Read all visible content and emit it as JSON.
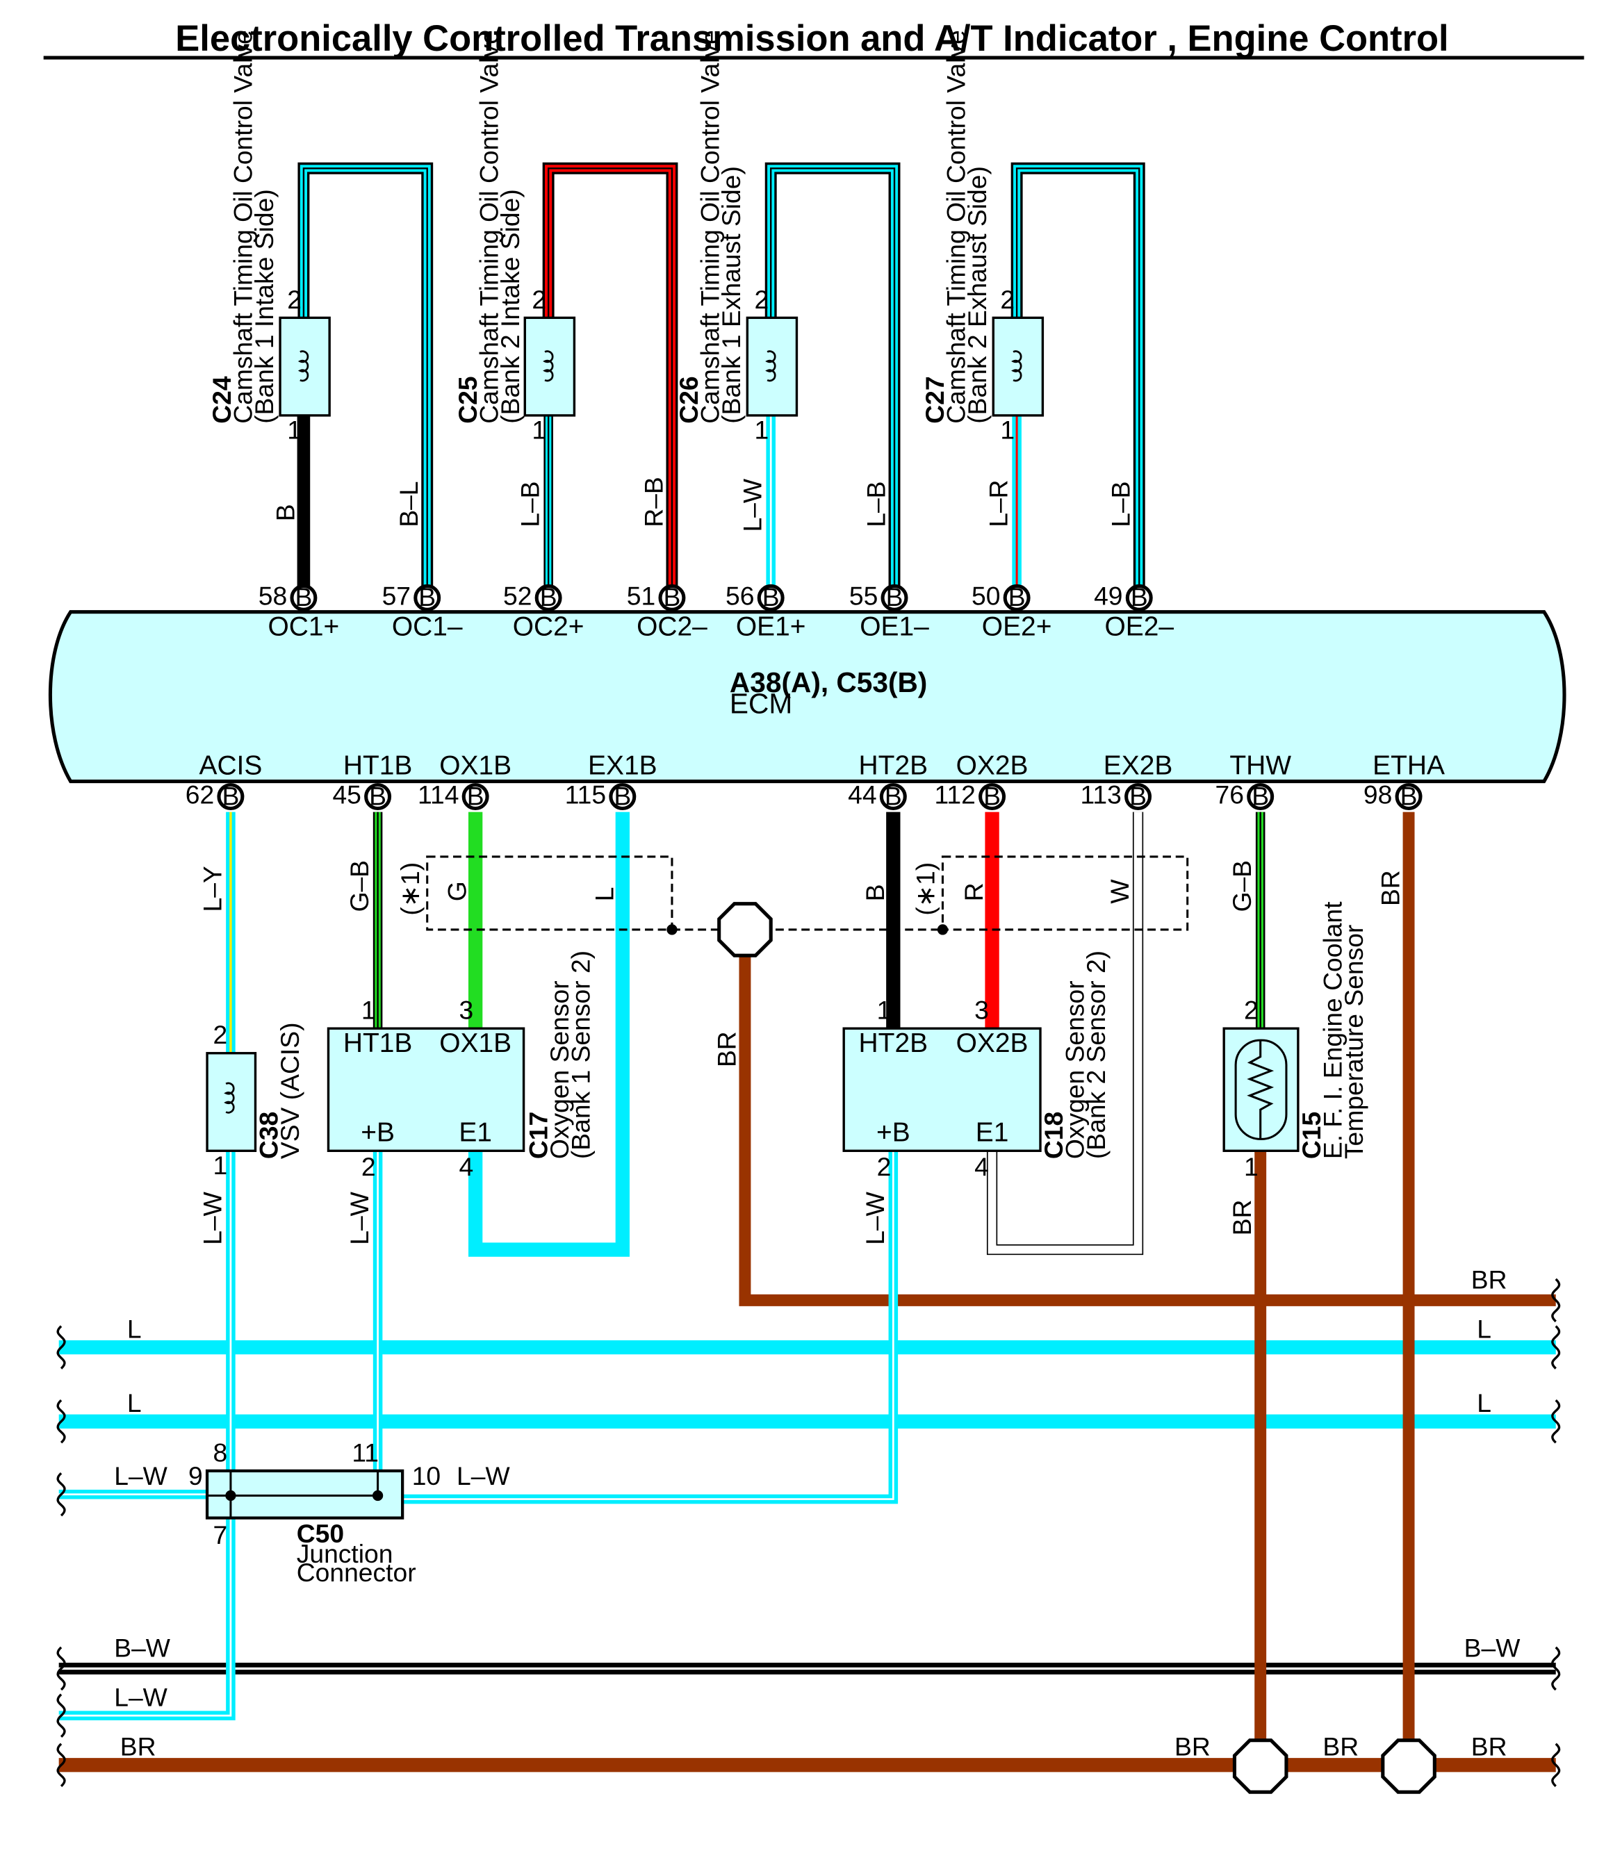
{
  "title": "Electronically Controlled Transmission and A/T Indicator , Engine Control",
  "ecm": {
    "code": "A38(A), C53(B)",
    "name": "ECM"
  },
  "connector_letter": "B",
  "colors": {
    "L": "#00eeff",
    "B": "#000000",
    "R": "#ff0000",
    "G": "#22dd22",
    "Y": "#ffee00",
    "BR": "#993300",
    "W": "#ffffff",
    "body_fill": "#ccffff"
  },
  "top_pins": [
    {
      "pin": "58",
      "signal": "OC1+"
    },
    {
      "pin": "57",
      "signal": "OC1–"
    },
    {
      "pin": "52",
      "signal": "OC2+"
    },
    {
      "pin": "51",
      "signal": "OC2–"
    },
    {
      "pin": "56",
      "signal": "OE1+"
    },
    {
      "pin": "55",
      "signal": "OE1–"
    },
    {
      "pin": "50",
      "signal": "OE2+"
    },
    {
      "pin": "49",
      "signal": "OE2–"
    }
  ],
  "bottom_pins": [
    {
      "pin": "62",
      "signal": "ACIS"
    },
    {
      "pin": "45",
      "signal": "HT1B"
    },
    {
      "pin": "114",
      "signal": "OX1B"
    },
    {
      "pin": "115",
      "signal": "EX1B"
    },
    {
      "pin": "44",
      "signal": "HT2B"
    },
    {
      "pin": "112",
      "signal": "OX2B"
    },
    {
      "pin": "113",
      "signal": "EX2B"
    },
    {
      "pin": "76",
      "signal": "THW"
    },
    {
      "pin": "98",
      "signal": "ETHA"
    }
  ],
  "valves": [
    {
      "code": "C24",
      "name": "Camshaft Timing Oil Control Valve",
      "side": "(Bank 1 Intake Side)",
      "pin_top": "2",
      "pin_bottom": "1",
      "wire_a": "B",
      "wire_b": "B–L"
    },
    {
      "code": "C25",
      "name": "Camshaft Timing Oil Control Valve",
      "side": "(Bank 2 Intake Side)",
      "pin_top": "2",
      "pin_bottom": "1",
      "wire_a": "L–B",
      "wire_b": "R–B"
    },
    {
      "code": "C26",
      "name": "Camshaft Timing Oil Control Valve",
      "side": "(Bank 1 Exhaust Side)",
      "pin_top": "2",
      "pin_bottom": "1",
      "wire_a": "L–W",
      "wire_b": "L–B"
    },
    {
      "code": "C27",
      "name": "Camshaft Timing Oil Control Valve",
      "side": "(Bank 2 Exhaust Side)",
      "pin_top": "2",
      "pin_bottom": "1",
      "wire_a": "L–R",
      "wire_b": "L–B"
    }
  ],
  "bottom_wire_labels": {
    "acis": "L–Y",
    "ht1b": "G–B",
    "ox1b": "G",
    "ex1b": "L",
    "ht2b": "B",
    "ox2b": "R",
    "ex2b": "W",
    "thw": "G–B",
    "etha": "BR",
    "star1": "(∗1)",
    "star2": "(∗1)",
    "shield": "BR"
  },
  "vsv": {
    "code": "C38",
    "name": "VSV (ACIS)",
    "pin_top": "2",
    "pin_bottom": "1",
    "wire_bottom": "L–W"
  },
  "o2s_1": {
    "code": "C17",
    "name": "Oxygen Sensor",
    "sub": "(Bank 1 Sensor 2)",
    "t1": "HT1B",
    "t2": "OX1B",
    "t3": "+B",
    "t4": "E1",
    "p1": "1",
    "p3": "3",
    "p2": "2",
    "p4": "4",
    "wire_bottom": "L–W"
  },
  "o2s_2": {
    "code": "C18",
    "name": "Oxygen Sensor",
    "sub": "(Bank 2 Sensor 2)",
    "t1": "HT2B",
    "t2": "OX2B",
    "t3": "+B",
    "t4": "E1",
    "p1": "1",
    "p3": "3",
    "p2": "2",
    "p4": "4",
    "wire_bottom": "L–W"
  },
  "ect": {
    "code": "C15",
    "name": "E. F. I. Engine Coolant",
    "name2": "Temperature Sensor",
    "pin_top": "2",
    "pin_bottom": "1",
    "wire_bottom": "BR"
  },
  "junction": {
    "code": "C50",
    "name": "Junction",
    "name2": "Connector",
    "p8": "8",
    "p11": "11",
    "p9": "9",
    "p10": "10",
    "p7": "7",
    "left_wire": "L–W",
    "right_wire": "L–W"
  },
  "bus": {
    "br_top": "BR",
    "l1_left": "L",
    "l1_right": "L",
    "l2_left": "L",
    "l2_right": "L",
    "bw_left": "B–W",
    "bw_right": "B–W",
    "lw_left": "L–W",
    "br_bottom_left": "BR",
    "br_seg1": "BR",
    "br_seg2": "BR",
    "br_seg3": "BR"
  }
}
